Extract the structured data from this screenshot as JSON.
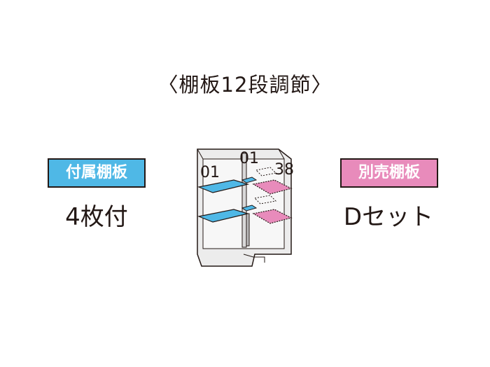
{
  "title": "〈棚板12段調節〉",
  "included": {
    "badge": "付属棚板",
    "text": "4枚付"
  },
  "separate": {
    "badge": "別売棚板",
    "text": "Dセット"
  },
  "diagram": {
    "label_left": "01",
    "label_mid": "01",
    "label_right": "38"
  },
  "colors": {
    "included": "#4fb8e6",
    "separate": "#e88bbb",
    "line": "#231815",
    "shade": "#ececec"
  }
}
